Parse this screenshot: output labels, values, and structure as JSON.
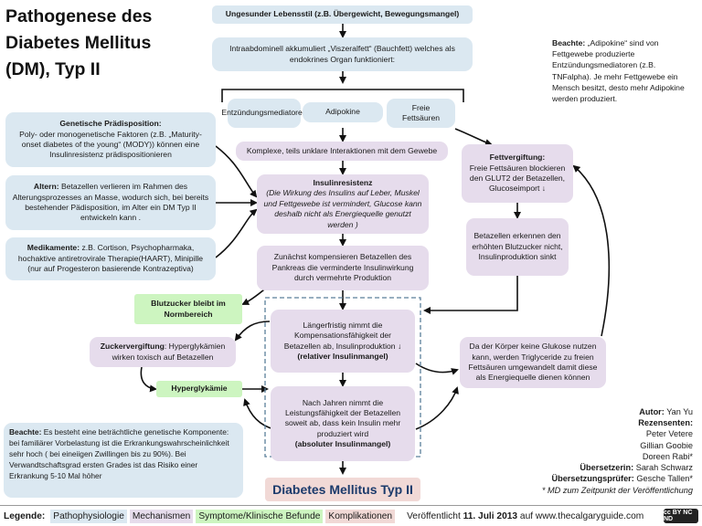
{
  "title": {
    "line1": "Pathogenese des",
    "line2": "Diabetes Mellitus",
    "line3": "(DM), Typ II"
  },
  "nodes": {
    "lifestyle": "Ungesunder Lebensstil (z.B. Übergewicht, Bewegungsmangel)",
    "visceral": "Intraabdominell akkumuliert „Viszeralfett“ (Bauchfett) welches als endokrines Organ funktioniert:",
    "inflammation": "Entzündungsmediatoren",
    "adipokine": "Adipokine",
    "ffa": "Freie Fettsäuren",
    "complex": "Komplexe, teils unklare Interaktionen mit dem Gewebe",
    "insulin_resistance_title": "Insulinresistenz",
    "insulin_resistance_text": "(Die Wirkung des Insulins auf Leber, Muskel und Fettgewebe ist vermindert, Glucose kann deshalb nicht als Energiequelle genutzt werden )",
    "compensate": "Zunächst kompensieren Betazellen des Pankreas die verminderte Insulinwirkung durch vermehrte Produktion",
    "longterm_text": "Längerfristig nimmt die Kompensationsfähigkeit der Betazellen ab, Insulinproduktion ↓",
    "longterm_bold": "(relativer Insulinmangel)",
    "years_text": "Nach Jahren nimmt die Leistungsfähigkeit der Betazellen soweit ab, dass kein Insulin mehr produziert wird",
    "years_bold": "(absoluter Insulinmangel)",
    "fat_poison_title": "Fettvergiftung:",
    "fat_poison_text": "Freie Fettsäuren blockieren den GLUT2 der Betazellen, Glucoseimport ↓",
    "beta_recognize": "Betazellen erkennen den erhöhten Blutzucker nicht, Insulinproduktion sinkt",
    "triglyceride": "Da der Körper keine Glukose nutzen kann, werden Triglyceride zu freien Fettsäuren umgewandelt damit diese als Energiequelle dienen können",
    "normal_sugar": "Blutzucker bleibt im Normbereich",
    "sugar_poison_bold": "Zuckervergiftung",
    "sugar_poison_text": ": Hyperglykämien wirken toxisch auf Betazellen",
    "hyperglycemia": "Hyperglykämie",
    "genetic_title": "Genetische Prädisposition:",
    "genetic_text": "Poly- oder monogenetische Faktoren (z.B. „Maturity-onset diabetes of the young“ (MODY)) können eine Insulinresistenz prädispositionieren",
    "age_bold": "Altern:",
    "age_text": " Betazellen verlieren im Rahmen des Alterungsprozesses an Masse, wodurch sich, bei bereits bestehender Pädisposition, im Alter ein DM Typ II entwickeln kann  .",
    "drugs_bold": "Medikamente:",
    "drugs_text": " z.B. Cortison, Psychopharmaka, hochaktive antiretrovirale Therapie(HAART), Minipille (nur auf Progesteron basierende Kontrazeptiva)",
    "dm2": "Diabetes Mellitus Typ II"
  },
  "note_right": {
    "bold": "Beachte:",
    "text": " „Adipokine“ sind von Fettgewebe produzierte Entzündungsmediatoren (z.B. TNFalpha). Je mehr Fettgewebe ein Mensch besitzt, desto mehr Adipokine werden produziert."
  },
  "note_bottom": {
    "bold": "Beachte:",
    "text": " Es besteht eine beträchtliche genetische Komponente: bei familiärer Vorbelastung ist die Erkrankungswahrscheinlichkeit sehr hoch ( bei eineiigen Zwillingen bis zu 90%). Bei Verwandtschaftsgrad ersten Grades ist das Risiko einer Erkrankung 5-10 Mal höher"
  },
  "authors": {
    "author_label": "Autor:",
    "author": " Yan Yu",
    "reviewers_label": "Rezensenten:",
    "reviewers": [
      "Peter Vetere",
      "Gillian Goobie",
      "Doreen Rabi*"
    ],
    "translator_label": "Übersetzerin:",
    "translator": " Sarah Schwarz",
    "checker_label": "Übersetzungsprüfer:",
    "checker": " Gesche Tallen*",
    "footnote": "* MD zum Zeitpunkt der Veröffentlichung"
  },
  "legend": {
    "label": "Legende:",
    "items": [
      "Pathophysiologie",
      "Mechanismen",
      "Symptome/Klinische Befunde",
      "Komplikationen"
    ],
    "published_prefix": "Veröffentlicht ",
    "published_date": "11. Juli 2013",
    "published_suffix": " auf www.thecalgaryguide.com",
    "license": "cc BY NC ND"
  },
  "colors": {
    "pathophysiology": "#dbe8f1",
    "mechanisms": "#e6dcec",
    "symptoms": "#cdf5c0",
    "complications": "#f1d9d6"
  }
}
